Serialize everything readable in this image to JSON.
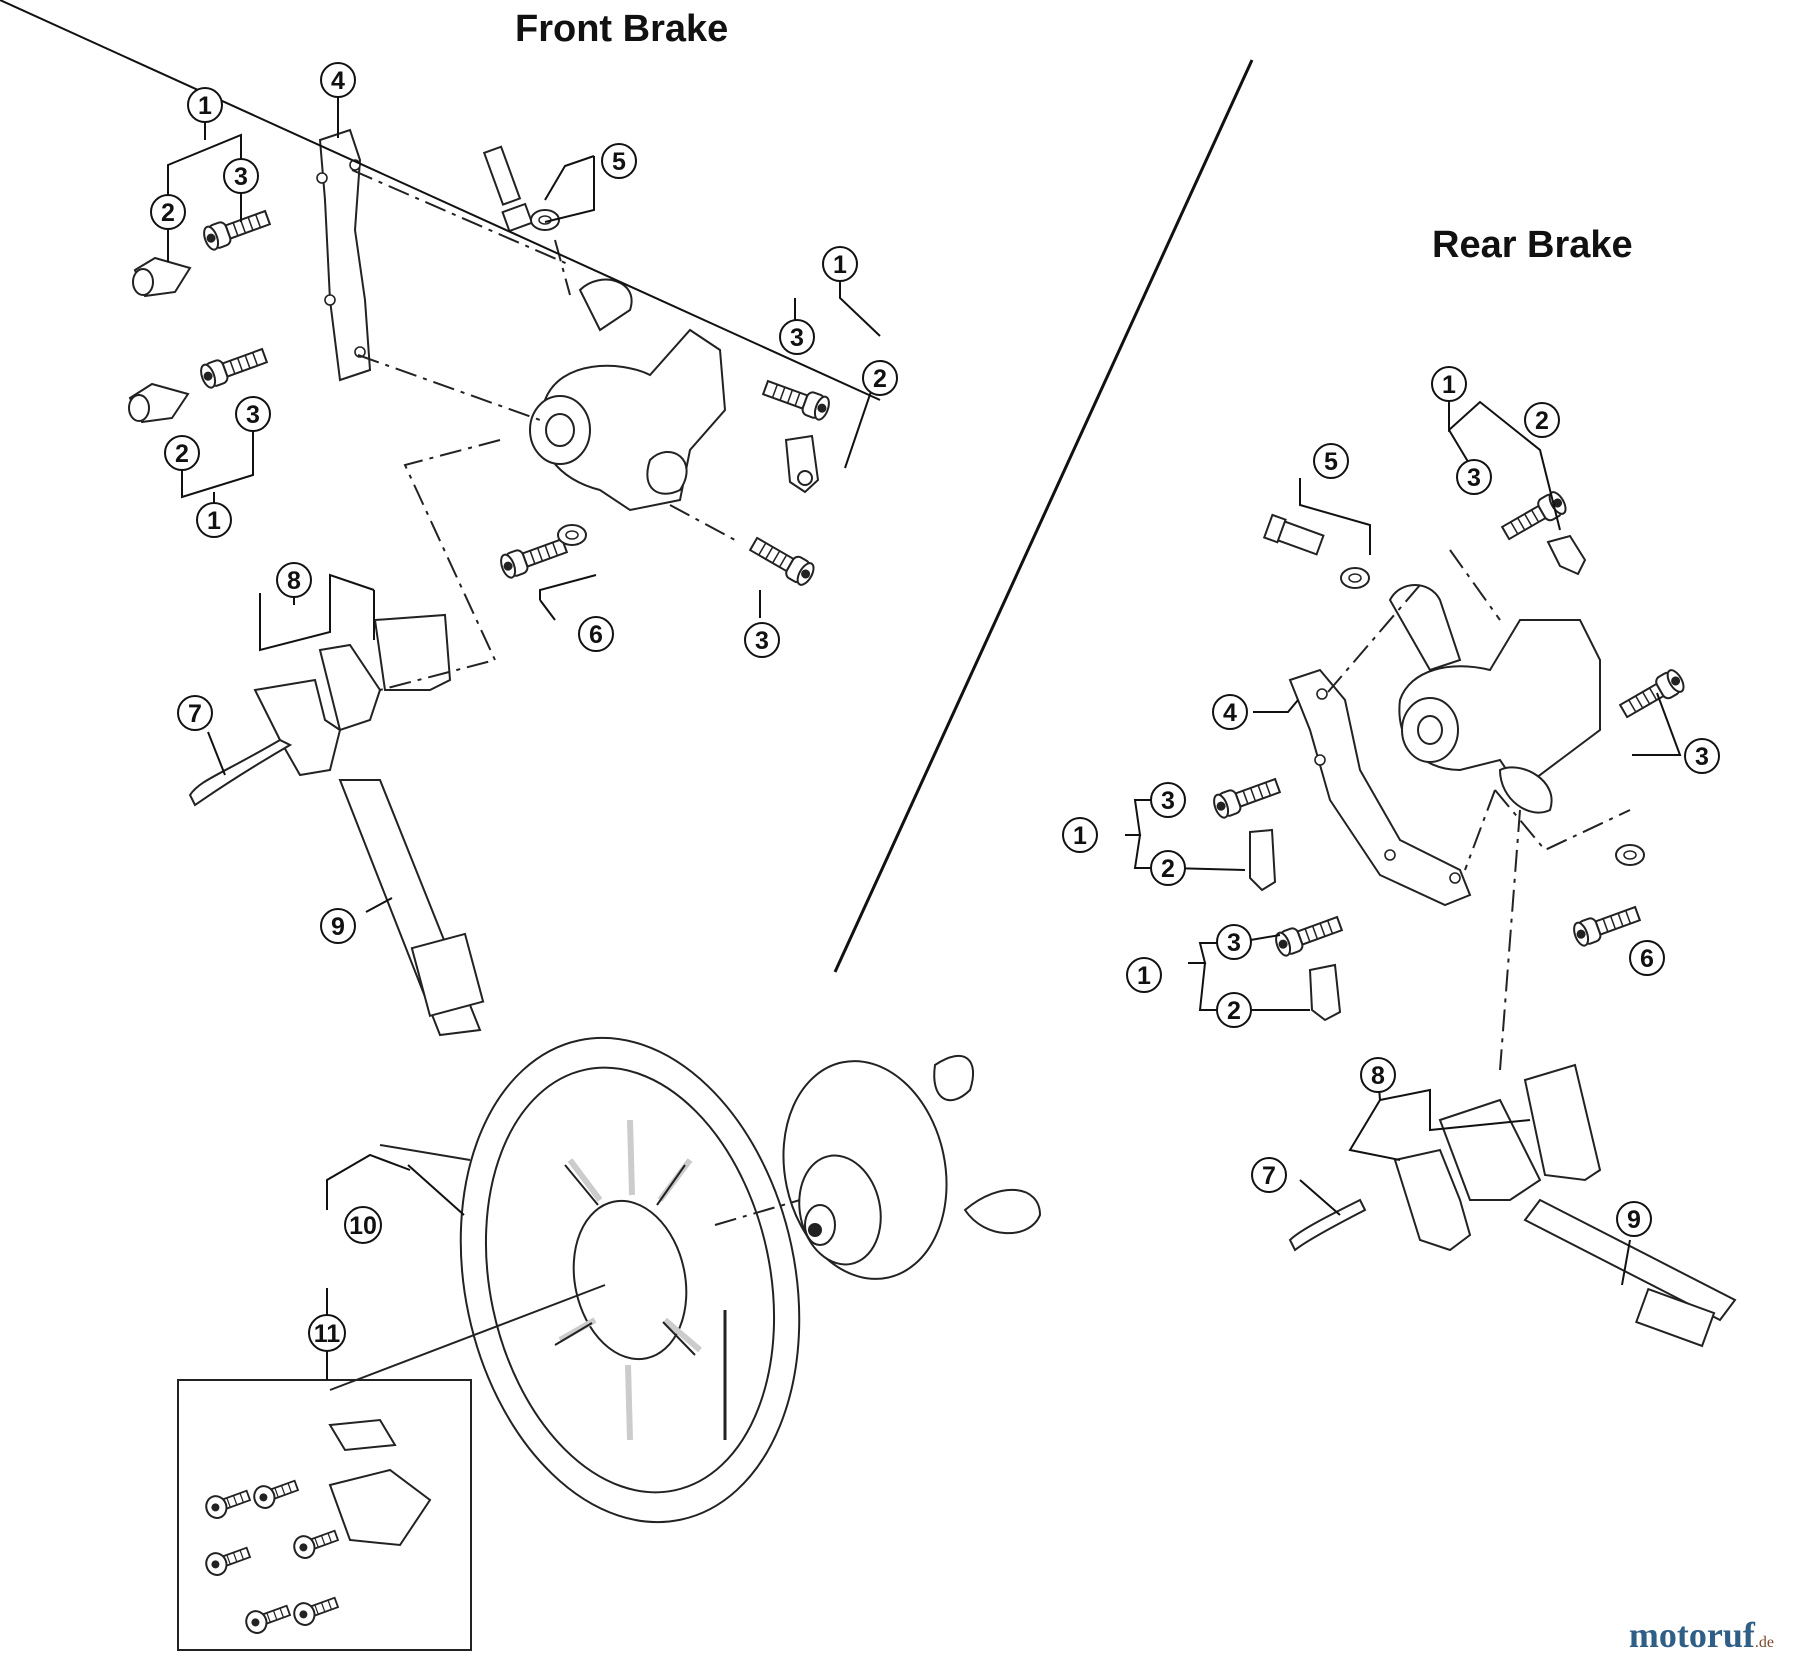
{
  "titles": {
    "front": "Front Brake",
    "rear": "Rear Brake"
  },
  "watermark": {
    "brand": "motoruf",
    "tld": ".de"
  },
  "callouts": {
    "front": {
      "c1a": "1",
      "c2a": "2",
      "c3a": "3",
      "c4": "4",
      "c5": "5",
      "c1b": "1",
      "c3b": "3",
      "c2b": "2",
      "c2c": "2",
      "c3c": "3",
      "c1c": "1",
      "c8": "8",
      "c7": "7",
      "c6": "6",
      "c3d": "3",
      "c9": "9",
      "c10": "10",
      "c11": "11"
    },
    "rear": {
      "c1a": "1",
      "c2a": "2",
      "c3a": "3",
      "c5": "5",
      "c4": "4",
      "c3b": "3",
      "c1b": "1",
      "c3c": "3",
      "c2b": "2",
      "c1c": "1",
      "c3d": "3",
      "c2c": "2",
      "c6": "6",
      "c8": "8",
      "c7": "7",
      "c9": "9"
    }
  }
}
